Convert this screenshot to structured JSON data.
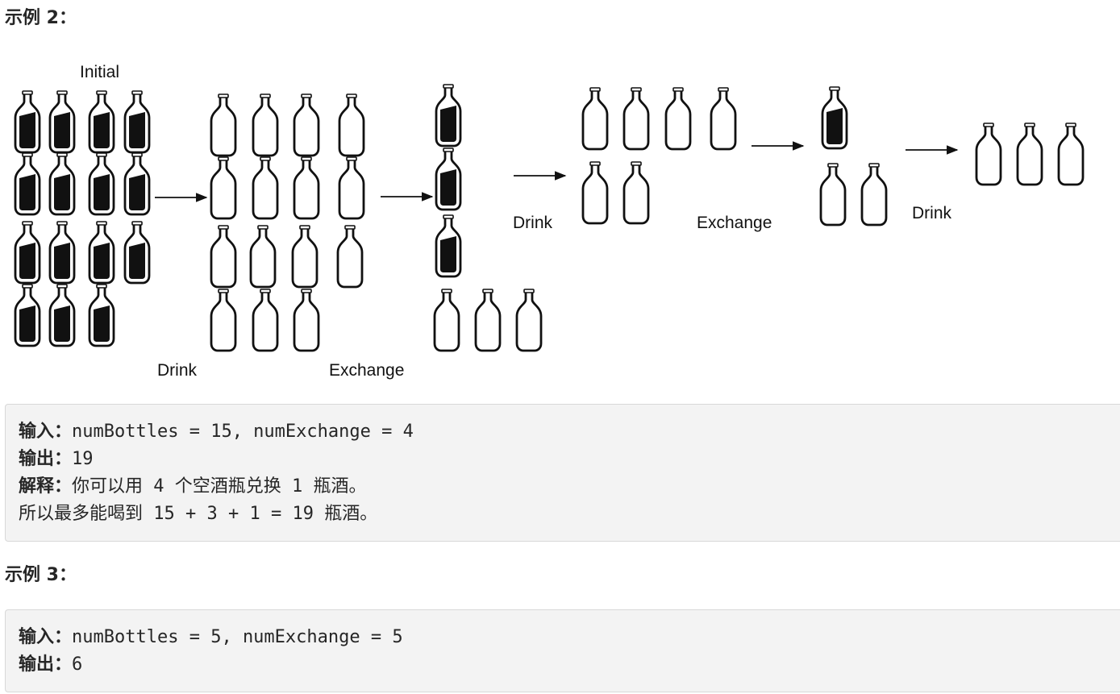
{
  "example2": {
    "heading": "示例 2：",
    "figure": {
      "labels": {
        "initial": "Initial",
        "drink1": "Drink",
        "exchange1": "Exchange",
        "drink2": "Drink",
        "exchange2": "Exchange",
        "drink3": "Drink"
      }
    },
    "code": {
      "input_label": "输入：",
      "input_value": "numBottles = 15, numExchange = 4",
      "output_label": "输出：",
      "output_value": "19",
      "explain_label": "解释：",
      "explain_line1_a": "你可以用",
      "explain_line1_b": " 4 ",
      "explain_line1_c": "个空酒瓶兑换",
      "explain_line1_d": " 1 ",
      "explain_line1_e": "瓶酒。",
      "explain_line2_a": "所以最多能喝到",
      "explain_line2_b": " 15 + 3 + 1 = 19 ",
      "explain_line2_c": "瓶酒。"
    }
  },
  "example3": {
    "heading": "示例 3：",
    "code": {
      "input_label": "输入：",
      "input_value": "numBottles = 5, numExchange = 5",
      "output_label": "输出：",
      "output_value": "6"
    }
  }
}
